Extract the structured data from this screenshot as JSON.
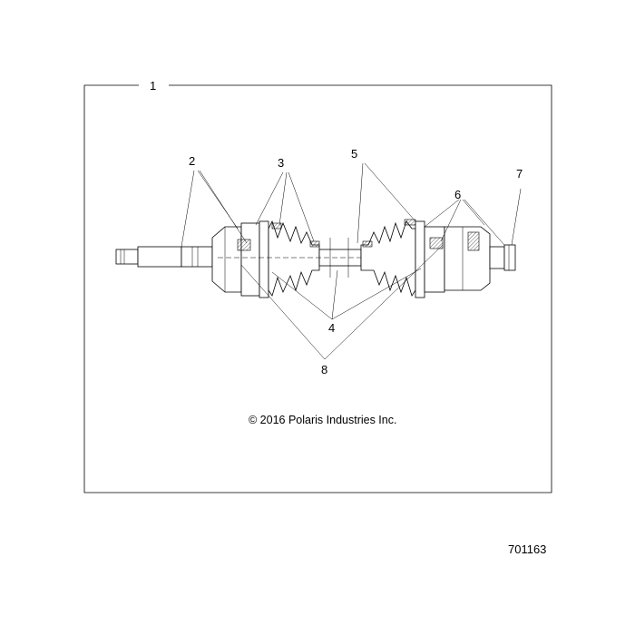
{
  "figure": {
    "frame_label": "1",
    "callouts": {
      "c2": "2",
      "c3": "3",
      "c4": "4",
      "c5": "5",
      "c6": "6",
      "c7": "7",
      "c8": "8"
    },
    "copyright": "© 2016 Polaris Industries Inc."
  },
  "document_number": "701163"
}
